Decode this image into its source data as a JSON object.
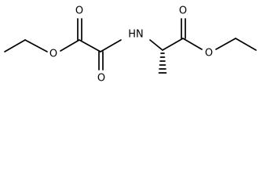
{
  "structure": {
    "atoms": [
      {
        "id": "ch3_left",
        "label": ""
      },
      {
        "id": "ch2_left",
        "label": ""
      },
      {
        "id": "o_ester_left",
        "label": "O"
      },
      {
        "id": "c_ester_left",
        "label": ""
      },
      {
        "id": "o_carbonyl_left",
        "label": "O"
      },
      {
        "id": "c_amide",
        "label": ""
      },
      {
        "id": "o_amide",
        "label": "O"
      },
      {
        "id": "n_amide",
        "label": "HN"
      },
      {
        "id": "c_alpha",
        "label": ""
      },
      {
        "id": "ch3_alpha",
        "label": ""
      },
      {
        "id": "c_ester_right",
        "label": ""
      },
      {
        "id": "o_carbonyl_right",
        "label": "O"
      },
      {
        "id": "o_ester_right",
        "label": "O"
      },
      {
        "id": "ch2_right",
        "label": ""
      },
      {
        "id": "ch3_right",
        "label": ""
      }
    ],
    "bonds": [
      {
        "from": "ch3_left",
        "to": "ch2_left",
        "order": 1
      },
      {
        "from": "ch2_left",
        "to": "o_ester_left",
        "order": 1
      },
      {
        "from": "o_ester_left",
        "to": "c_ester_left",
        "order": 1
      },
      {
        "from": "c_ester_left",
        "to": "o_carbonyl_left",
        "order": 2
      },
      {
        "from": "c_ester_left",
        "to": "c_amide",
        "order": 1
      },
      {
        "from": "c_amide",
        "to": "o_amide",
        "order": 2
      },
      {
        "from": "c_amide",
        "to": "n_amide",
        "order": 1
      },
      {
        "from": "n_amide",
        "to": "c_alpha",
        "order": 1
      },
      {
        "from": "c_alpha",
        "to": "ch3_alpha",
        "order": 1,
        "style": "hashed-wedge"
      },
      {
        "from": "c_alpha",
        "to": "c_ester_right",
        "order": 1
      },
      {
        "from": "c_ester_right",
        "to": "o_carbonyl_right",
        "order": 2
      },
      {
        "from": "c_ester_right",
        "to": "o_ester_right",
        "order": 1
      },
      {
        "from": "o_ester_right",
        "to": "ch2_right",
        "order": 1
      },
      {
        "from": "ch2_right",
        "to": "ch3_right",
        "order": 1
      }
    ]
  }
}
